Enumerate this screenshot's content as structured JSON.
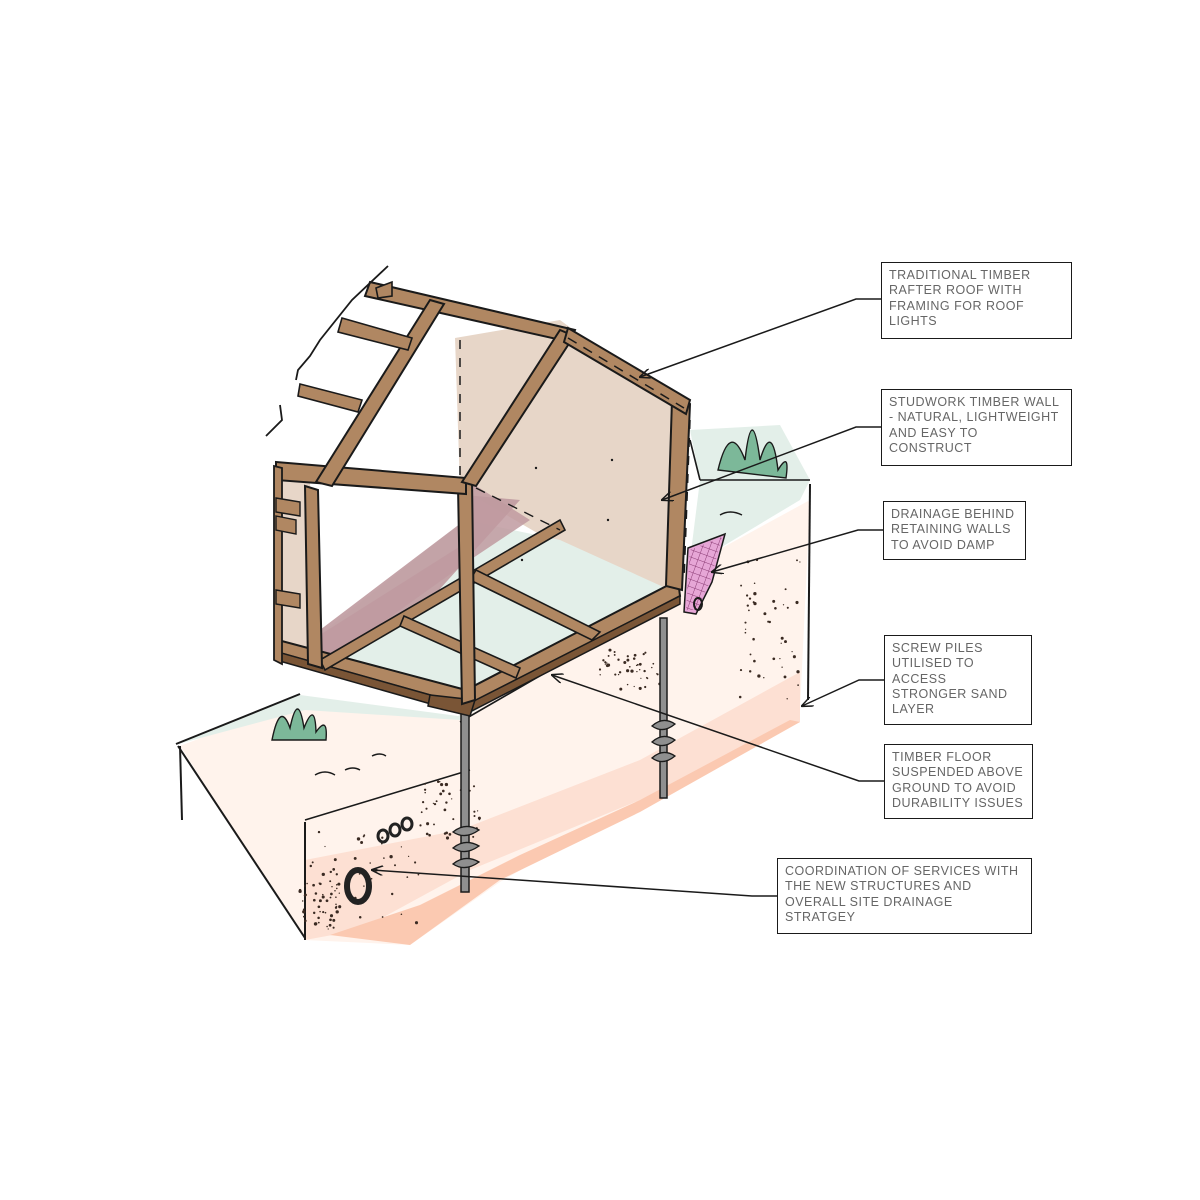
{
  "diagram": {
    "colors": {
      "timber": "#b08762",
      "timber_dark": "#7a5536",
      "wall_panel": "#e7d6c8",
      "ground_top": "#e3efe9",
      "soil_light": "#fff3ec",
      "soil_mid": "#fde0d3",
      "soil_deep": "#fbc9b1",
      "membrane": "#e6a6d6",
      "void": "#bf9aa0",
      "pile": "#8f8f8f",
      "grass": "#7cb899",
      "ink": "#1a1a1a",
      "label_text": "#666666"
    },
    "callouts": [
      {
        "id": "roof",
        "text": "TRADITIONAL TIMBER RAFTER ROOF WITH FRAMING FOR ROOF LIGHTS"
      },
      {
        "id": "wall",
        "text": "STUDWORK TIMBER WALL - NATURAL, LIGHTWEIGHT AND EASY TO CONSTRUCT"
      },
      {
        "id": "drainage",
        "text": "DRAINAGE BEHIND RETAINING WALLS TO AVOID DAMP"
      },
      {
        "id": "piles",
        "text": "SCREW PILES UTILISED TO ACCESS STRONGER SAND LAYER"
      },
      {
        "id": "floor",
        "text": "TIMBER FLOOR SUSPENDED ABOVE GROUND TO AVOID DURABILITY ISSUES"
      },
      {
        "id": "services",
        "text": "COORDINATION OF SERVICES WITH THE NEW STRUCTURES AND OVERALL SITE DRAINAGE STRATGEY"
      }
    ]
  }
}
